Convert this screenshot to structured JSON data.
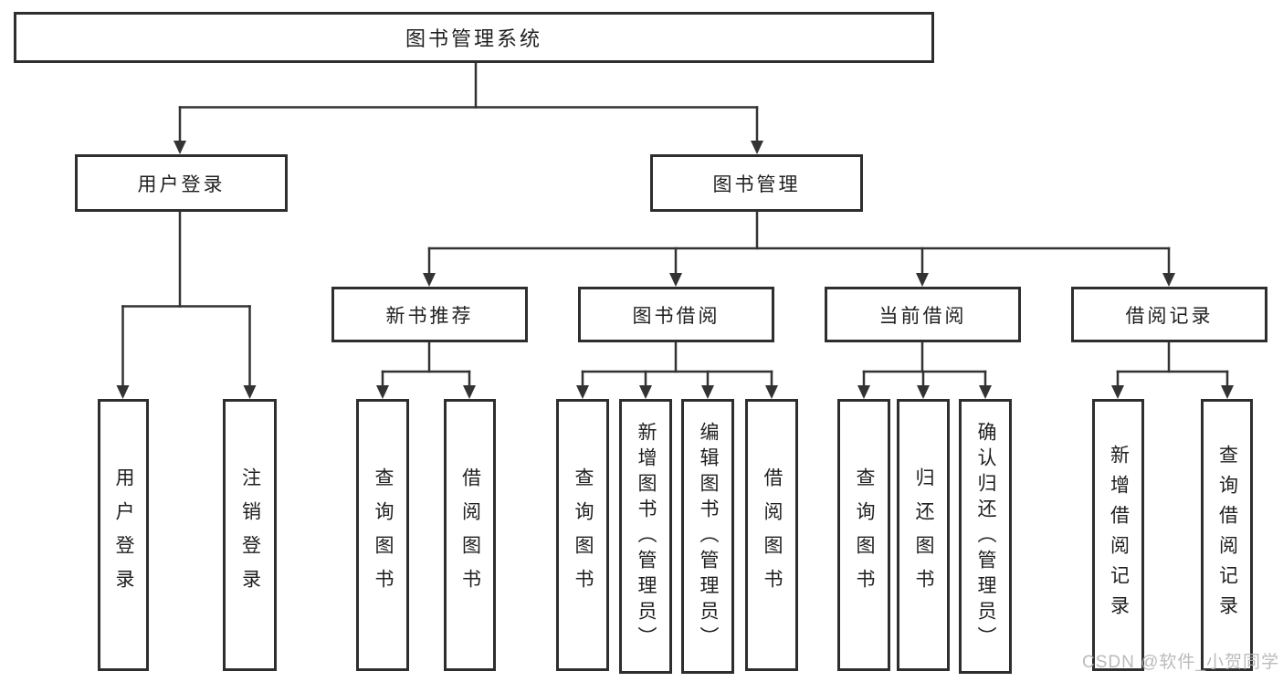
{
  "colors": {
    "background": "#ffffff",
    "line": "#333333",
    "box_border": "#2e2e2e",
    "text": "#1f1f1f",
    "watermark": "#b4b4b4"
  },
  "diagram": {
    "root": {
      "label": "图书管理系统"
    },
    "level2": [
      {
        "label": "用户登录"
      },
      {
        "label": "图书管理"
      }
    ],
    "level3": [
      {
        "label": "新书推荐"
      },
      {
        "label": "图书借阅"
      },
      {
        "label": "当前借阅"
      },
      {
        "label": "借阅记录"
      }
    ],
    "leaves": {
      "login": [
        {
          "label": "用户登录"
        },
        {
          "label": "注销登录"
        }
      ],
      "recommend": [
        {
          "label": "查询图书"
        },
        {
          "label": "借阅图书"
        }
      ],
      "borrowing": [
        {
          "label": "查询图书"
        },
        {
          "label": "新增图书（管理员）"
        },
        {
          "label": "编辑图书（管理员）"
        },
        {
          "label": "借阅图书"
        }
      ],
      "current": [
        {
          "label": "查询图书"
        },
        {
          "label": "归还图书"
        },
        {
          "label": "确认归还（管理员）"
        }
      ],
      "records": [
        {
          "label": "新增借阅记录"
        },
        {
          "label": "查询借阅记录"
        }
      ]
    }
  },
  "watermark": {
    "text": "CSDN @软件_小贺同学"
  }
}
